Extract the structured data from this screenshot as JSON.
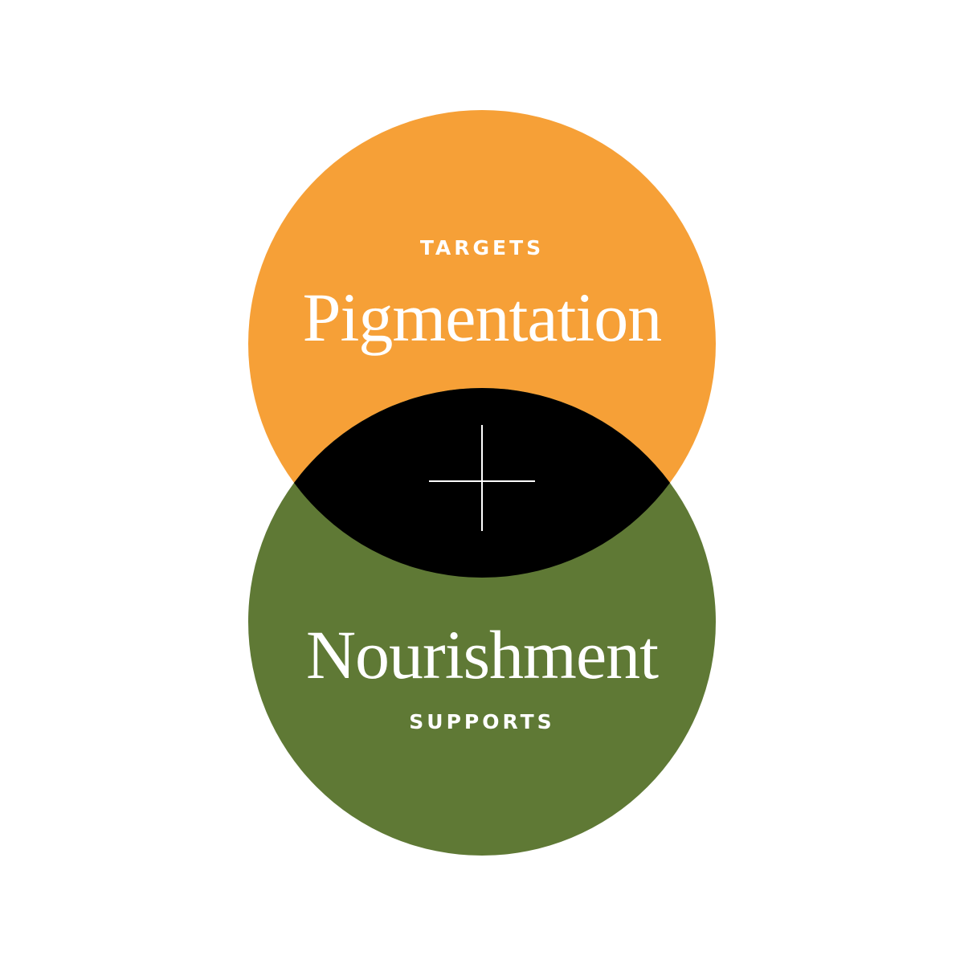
{
  "diagram": {
    "top_circle": {
      "kicker": "TARGETS",
      "headline": "Pigmentation",
      "color": "#F6A037"
    },
    "bottom_circle": {
      "headline": "Nourishment",
      "kicker": "SUPPORTS",
      "color": "#5F7935"
    },
    "overlap": {
      "color": "#000000",
      "symbol": "plus-icon"
    },
    "background": "#FFFFFF",
    "text_color": "#FFFFFF"
  }
}
